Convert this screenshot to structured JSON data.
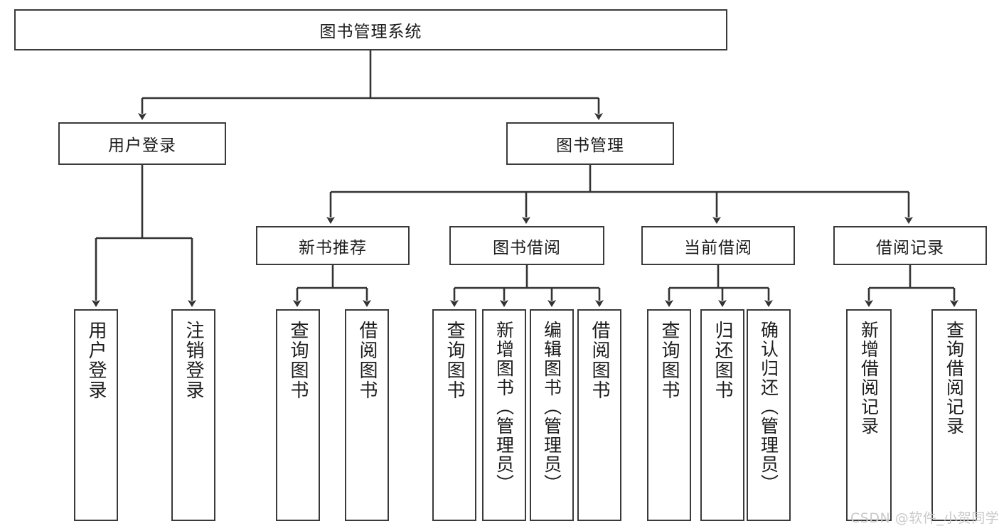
{
  "diagram": {
    "title": "图书管理系统",
    "root": {
      "label": "图书管理系统"
    },
    "level1": [
      {
        "label": "用户登录"
      },
      {
        "label": "图书管理"
      }
    ],
    "level2": [
      {
        "label": "新书推荐"
      },
      {
        "label": "图书借阅"
      },
      {
        "label": "当前借阅"
      },
      {
        "label": "借阅记录"
      }
    ],
    "leaves": {
      "user_login": [
        {
          "label": "用户登录"
        },
        {
          "label": "注销登录"
        }
      ],
      "new_book": [
        {
          "label": "查询图书"
        },
        {
          "label": "借阅图书"
        }
      ],
      "book_borrow": [
        {
          "label": "查询图书"
        },
        {
          "label": "新增图书（管理员）"
        },
        {
          "label": "编辑图书（管理员）"
        },
        {
          "label": "借阅图书"
        }
      ],
      "current_borrow": [
        {
          "label": "查询图书"
        },
        {
          "label": "归还图书"
        },
        {
          "label": "确认归还（管理员）"
        }
      ],
      "borrow_record": [
        {
          "label": "新增借阅记录"
        },
        {
          "label": "查询借阅记录"
        }
      ]
    }
  },
  "watermark": {
    "text": "CSDN @软件_小贺同学"
  },
  "colors": {
    "box_border": "#3a3a3a",
    "box_fill": "#ffffff",
    "line": "#333333",
    "text": "#1c1c1c",
    "watermark": "#c9c9c9",
    "background": "#ffffff"
  }
}
